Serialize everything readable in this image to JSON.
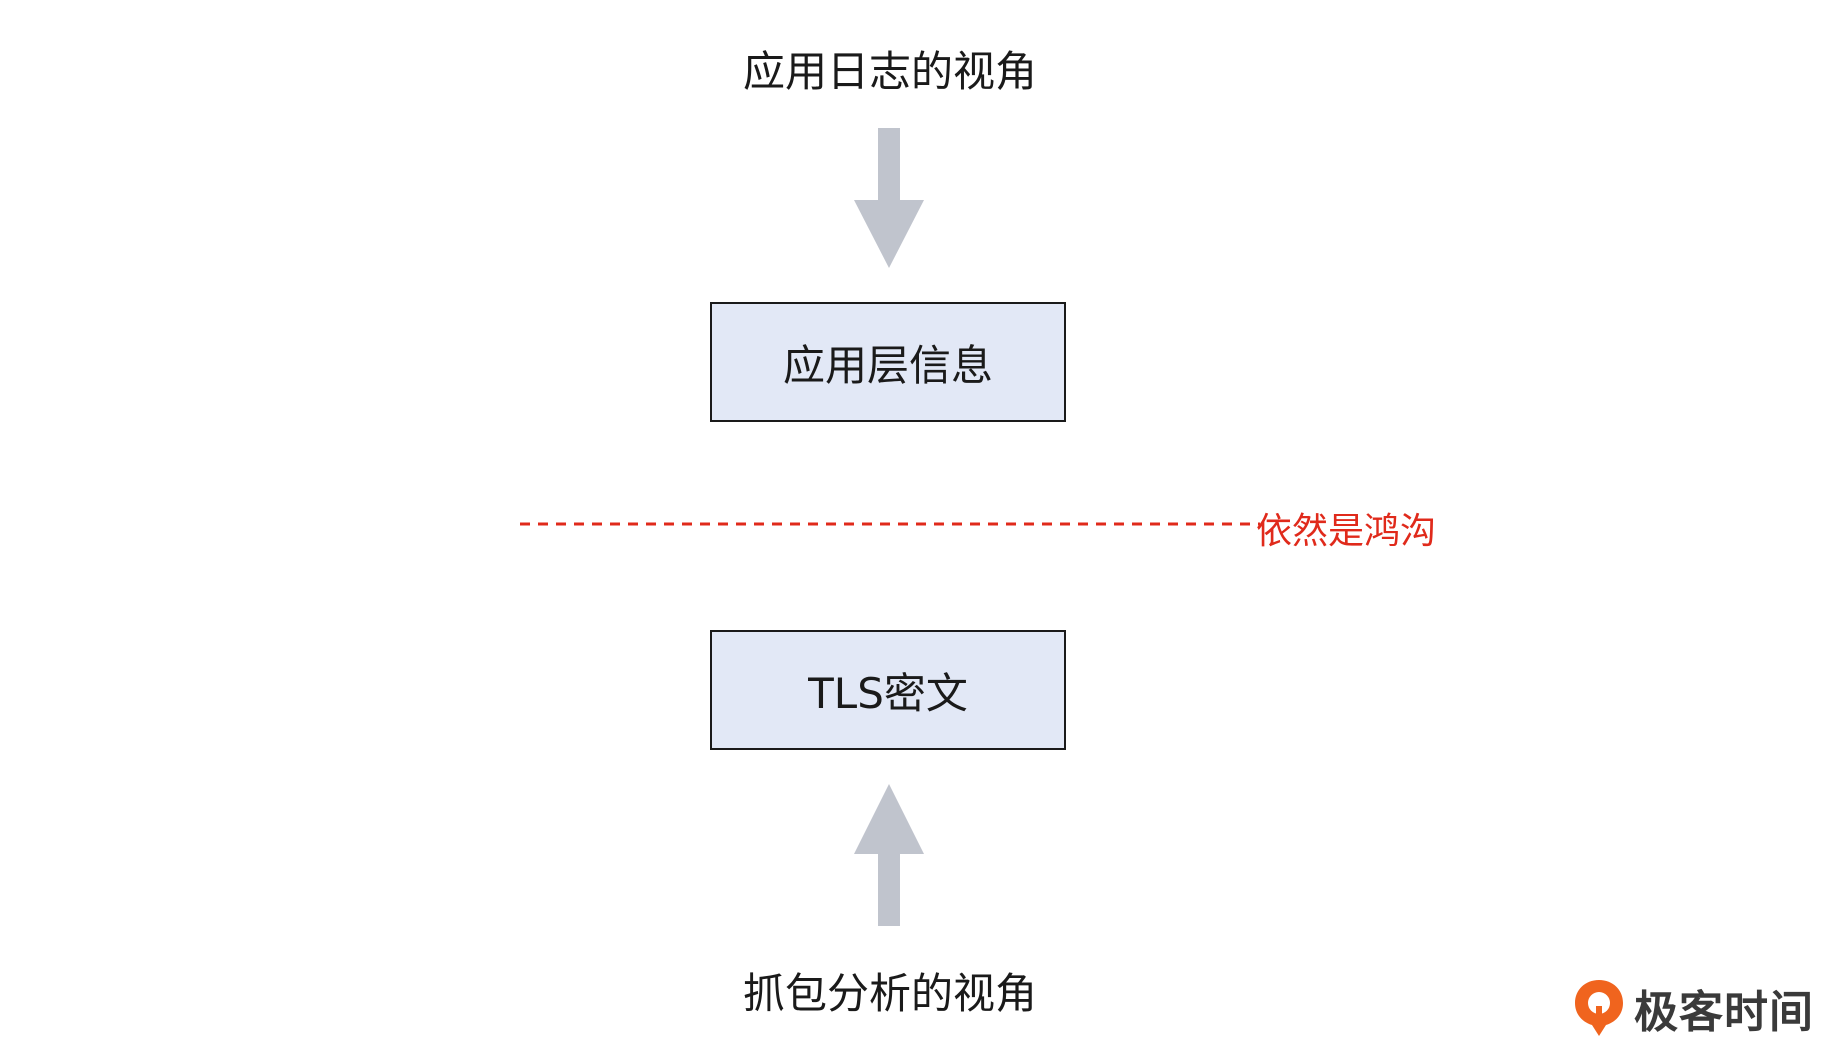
{
  "diagram": {
    "top_caption": "应用日志的视角",
    "app_box_label": "应用层信息",
    "gap_label": "依然是鸿沟",
    "tls_box_label": "TLS密文",
    "bottom_caption": "抓包分析的视角"
  },
  "brand": {
    "name": "极客时间",
    "icon": "geektime-logo-icon"
  },
  "colors": {
    "box_fill": "#e2e8f6",
    "arrow": "#c0c4cd",
    "divider": "#e02a1b",
    "brand_orange": "#f0641e"
  }
}
